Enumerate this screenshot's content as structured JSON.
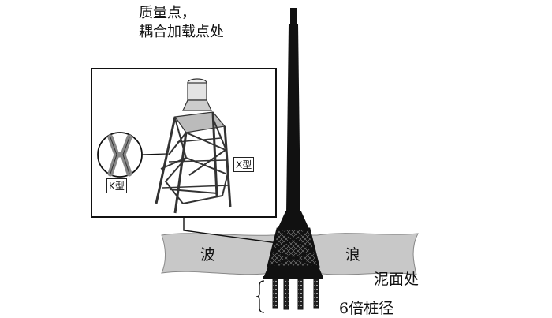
{
  "labels": {
    "mass_point_line1": "质量点，",
    "mass_point_line2": "耦合加载点处",
    "wave_left": "波",
    "wave_right": "浪",
    "mudline": "泥面处",
    "pile_depth": "6倍桩径",
    "k_joint": "K型",
    "x_joint": "X型"
  },
  "colors": {
    "structure": "#111111",
    "wave_fill": "#c8c8c8",
    "model_fill": "#d9d9d9",
    "callout_stroke": "#111111"
  },
  "icons": [
    "turbine-top-mesh-icon",
    "jacket-model-icon",
    "k-joint-icon",
    "x-joint-icon"
  ]
}
